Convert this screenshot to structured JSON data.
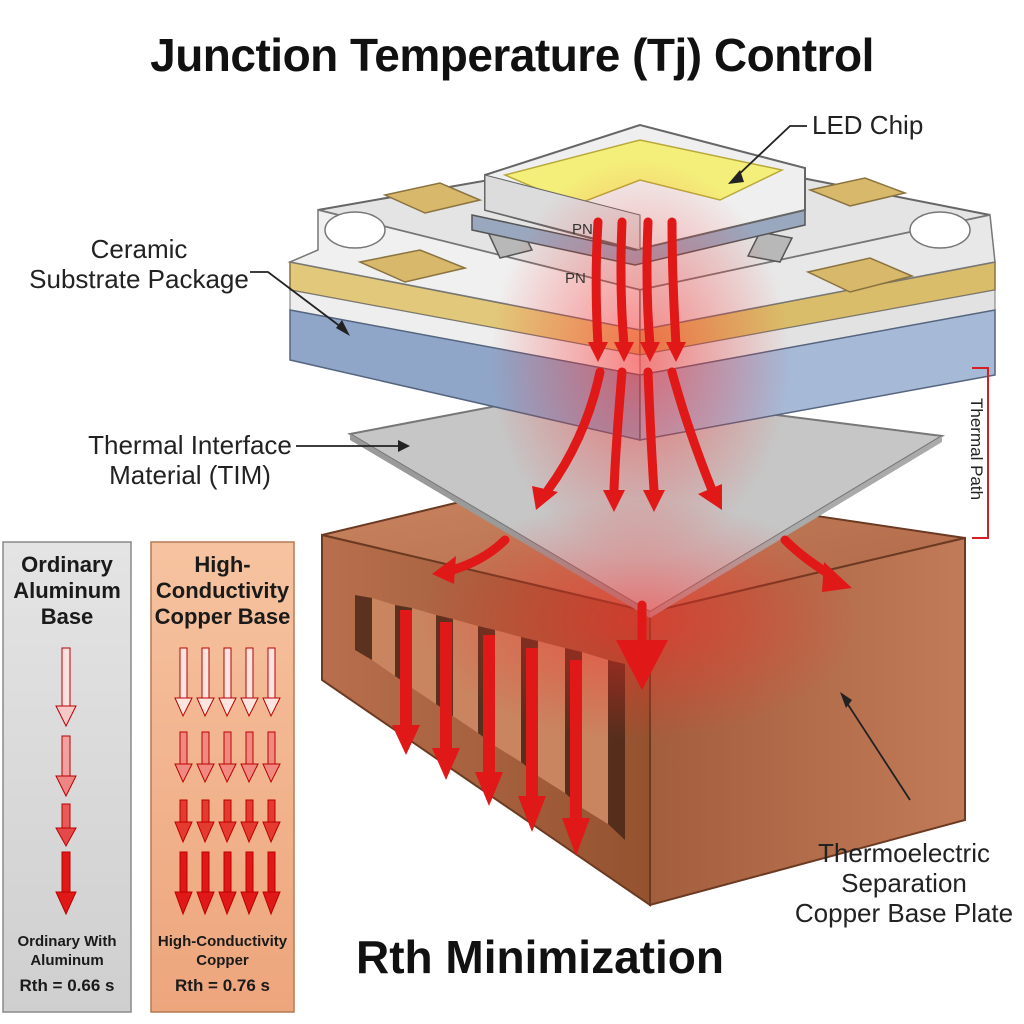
{
  "title": "Junction Temperature (Tj) Control",
  "labels": {
    "led_chip": "LED Chip",
    "ceramic_line1": "Ceramic",
    "ceramic_line2": "Substrate Package",
    "tim_line1": "Thermal Interface",
    "tim_line2": "Material (TIM)",
    "thermal_path": "Thermal Path",
    "copper_line1": "Thermoelectric",
    "copper_line2": "Separation",
    "copper_line3": "Copper Base Plate",
    "pn_upper": "PN",
    "pn_lower": "PN"
  },
  "panels": {
    "aluminum": {
      "heading_line1": "Ordinary",
      "heading_line2": "Aluminum",
      "heading_line3": "Base",
      "footer_line1": "Ordinary With",
      "footer_line2": "Aluminum",
      "rth": "Rth = 0.66 s",
      "bg_color": "#d6d6d6"
    },
    "copper": {
      "heading_line1": "High-",
      "heading_line2": "Conductivity",
      "heading_line3": "Copper Base",
      "footer_line1": "High-Conductivity",
      "footer_line2": "Copper",
      "rth": "Rth = 0.76 s",
      "bg_color": "#f2b48c"
    }
  },
  "bottom_title": "Rth Minimization",
  "colors": {
    "heat_arrow": "#e01818",
    "copper": "#b86a45",
    "ceramic_blue": "#8fa6c8",
    "gold_pad": "#d8b86a",
    "chip_yellow": "#f4ee7a",
    "tim_gray": "#c4c4c4"
  }
}
